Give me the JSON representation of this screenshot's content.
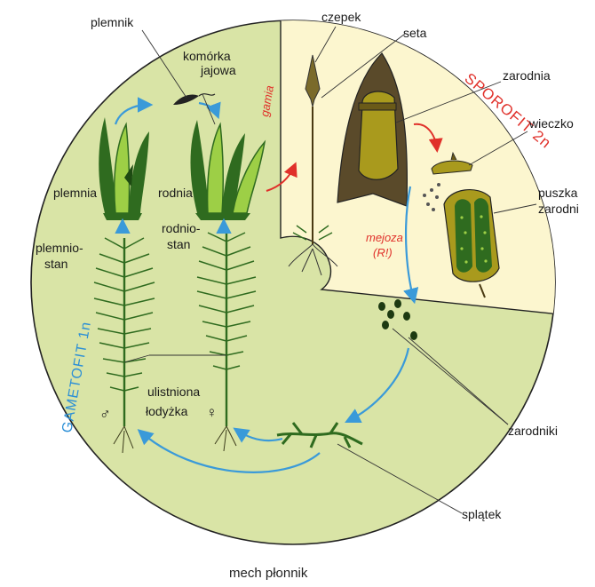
{
  "caption": "mech płonnik",
  "phase_labels": {
    "gametophyte": "GAMETOFIT 1n",
    "sporophyte": "SPOROFIT 2n",
    "gamia": "gamia",
    "meiosis_line1": "mejoza",
    "meiosis_line2": "(R!)"
  },
  "labels": {
    "plemnik": "plemnik",
    "komorka_line1": "komórka",
    "komorka_line2": "jajowa",
    "czepek": "czepek",
    "seta": "seta",
    "zarodnia": "zarodnia",
    "wieczko": "wieczko",
    "puszka_line1": "puszka",
    "puszka_line2": "zarodni",
    "plemnia": "plemnia",
    "rodnia": "rodnia",
    "plemniostan_line1": "plemnio-",
    "plemniostan_line2": "stan",
    "rodniostan_line1": "rodnio-",
    "rodniostan_line2": "stan",
    "ulistniona_line1": "ulistniona",
    "ulistniona_line2": "łodyżka",
    "male_symbol": "♂",
    "female_symbol": "♀",
    "zarodniki": "zarodniki",
    "splatek": "splątek"
  },
  "colors": {
    "gametophyte_bg": "#d9e4a6",
    "sporophyte_bg": "#fcf6cf",
    "plant_green": "#2f6b1f",
    "leaf_light": "#9dcf46",
    "capsule_olive": "#a99a1d",
    "capsule_dark": "#4a3a12",
    "arrow_blue": "#3a9ad9",
    "arrow_red": "#e0302a"
  }
}
